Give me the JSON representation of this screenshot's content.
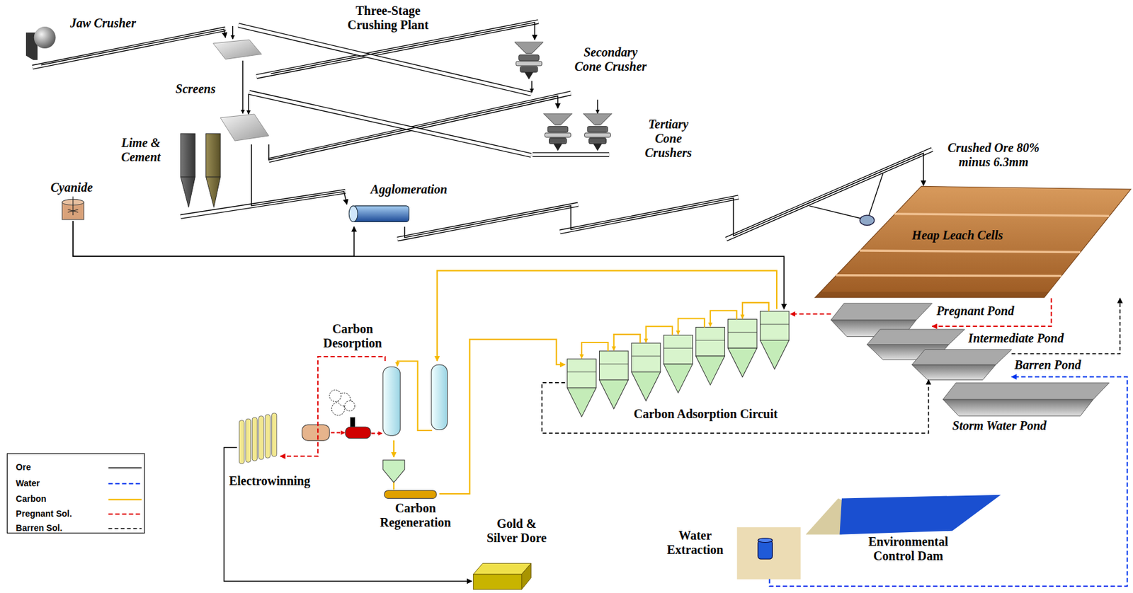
{
  "diagram": {
    "nodes": [
      {
        "text": [
          "Jaw Crusher"
        ]
      },
      {
        "text": [
          "Screens"
        ]
      },
      {
        "text": [
          "Secondary Cone Crusher"
        ]
      },
      {
        "text": [
          "Tertiary Cone Crushers"
        ]
      },
      {
        "text": [
          "Lime & Cement"
        ]
      },
      {
        "text": [
          "Cyanide"
        ]
      },
      {
        "text": [
          "Agglomeration"
        ]
      },
      {
        "text": [
          "Heap Leach Cells"
        ]
      },
      {
        "text": [
          "Pregnant Pond"
        ]
      },
      {
        "text": [
          "Intermediate Pond"
        ]
      },
      {
        "text": [
          "Barren Pond"
        ]
      },
      {
        "text": [
          "Storm Water Pond"
        ]
      },
      {
        "text": [
          "Carbon Desorption"
        ]
      },
      {
        "text": [
          "Carbon Adsorption Circuit"
        ]
      },
      {
        "text": [
          "Electrowinning"
        ]
      },
      {
        "text": [
          "Carbon Regeneration"
        ]
      },
      {
        "text": [
          "Gold & Silver Dore"
        ]
      },
      {
        "text": [
          "Water Extraction"
        ]
      },
      {
        "text": [
          "Environmental Control Dam"
        ]
      }
    ],
    "edges": [
      {
        "from": 0,
        "to": 1,
        "arrow": "to"
      },
      {
        "from": 1,
        "to": 2,
        "arrow": "to"
      },
      {
        "from": 1,
        "to": 3,
        "arrow": "to"
      },
      {
        "from": 1,
        "to": 6,
        "arrow": "to"
      },
      {
        "from": 6,
        "to": 7,
        "arrow": "to"
      },
      {
        "from": 5,
        "to": 6,
        "arrow": "to"
      },
      {
        "from": 5,
        "to": 13,
        "arrow": "to"
      },
      {
        "from": 7,
        "to": 8,
        "arrow": "to"
      },
      {
        "from": 8,
        "to": 13,
        "arrow": "to"
      },
      {
        "from": 13,
        "to": 10,
        "arrow": "to"
      },
      {
        "from": 10,
        "to": 7,
        "arrow": "to"
      },
      {
        "from": 17,
        "to": 10,
        "arrow": "to"
      },
      {
        "from": 13,
        "to": 12,
        "arrow": "to"
      },
      {
        "from": 12,
        "to": 14,
        "arrow": "to"
      },
      {
        "from": 14,
        "to": 16,
        "arrow": "to"
      },
      {
        "from": 12,
        "to": 15,
        "arrow": "to"
      },
      {
        "from": 15,
        "to": 13,
        "arrow": "to"
      }
    ],
    "labels": [
      "Three-Stage Crushing Plant",
      "Crushed Ore 80% minus 6.3mm"
    ],
    "legend": [
      {
        "text": "Ore"
      },
      {
        "text": "Water"
      },
      {
        "text": "Carbon"
      },
      {
        "text": "Pregnant Sol."
      },
      {
        "text": "Barren Sol."
      }
    ]
  }
}
